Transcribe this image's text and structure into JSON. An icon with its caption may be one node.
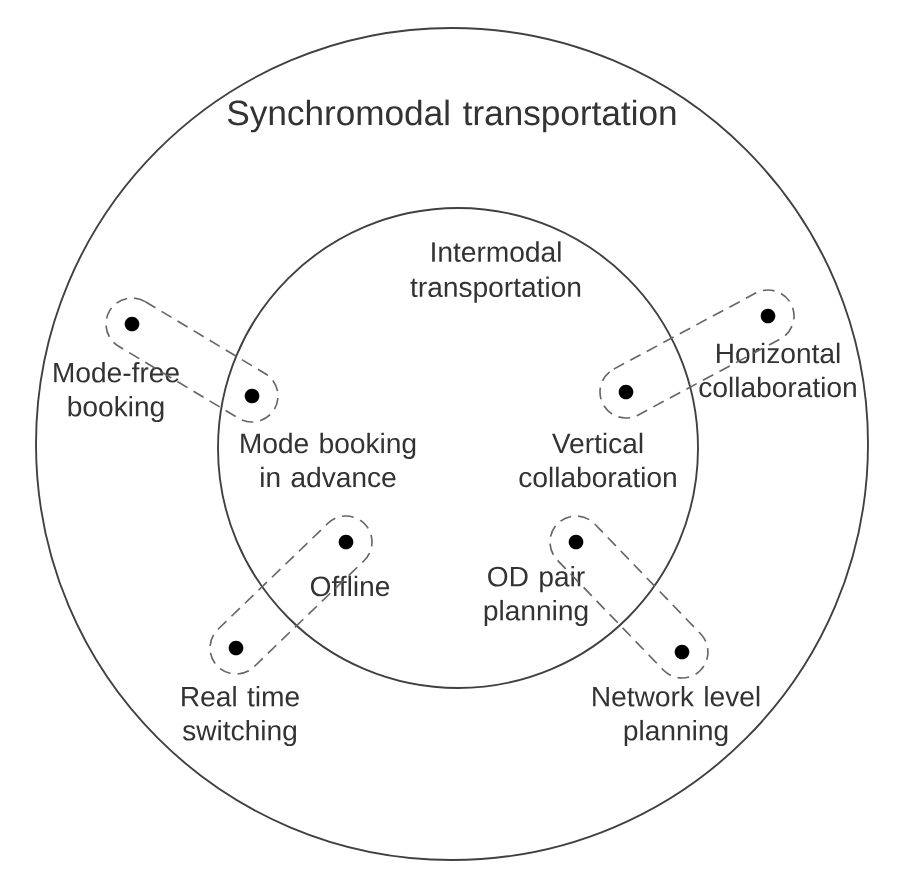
{
  "diagram": {
    "nodes": [
      {
        "text": [
          "Synchromodal transportation"
        ]
      },
      {
        "text": [
          "Intermodal transportation"
        ],
        "in": 0
      },
      {
        "text": [],
        "shape": "circle",
        "beside": [
          "Mode-free booking"
        ],
        "in": 0
      },
      {
        "text": [],
        "shape": "circle",
        "beside": [
          "Mode booking in advance"
        ],
        "in": 1
      },
      {
        "text": [],
        "shape": "circle",
        "beside": [
          "Horizontal collaboration"
        ],
        "in": 0
      },
      {
        "text": [],
        "shape": "circle",
        "beside": [
          "Vertical collaboration"
        ],
        "in": 1
      },
      {
        "text": [],
        "shape": "circle",
        "beside": [
          "Offline"
        ],
        "in": 1
      },
      {
        "text": [],
        "shape": "circle",
        "beside": [
          "Real time switching"
        ],
        "in": 0
      },
      {
        "text": [],
        "shape": "circle",
        "beside": [
          "OD pair planning"
        ],
        "in": 1
      },
      {
        "text": [],
        "shape": "circle",
        "beside": [
          "Network level planning"
        ],
        "in": 0
      }
    ],
    "edges": [
      {
        "from": 2,
        "to": 3,
        "arrow": "none",
        "style": "dashed"
      },
      {
        "from": 5,
        "to": 4,
        "arrow": "none",
        "style": "dashed"
      },
      {
        "from": 7,
        "to": 6,
        "arrow": "none",
        "style": "dashed"
      },
      {
        "from": 8,
        "to": 9,
        "arrow": "none",
        "style": "dashed"
      }
    ]
  }
}
